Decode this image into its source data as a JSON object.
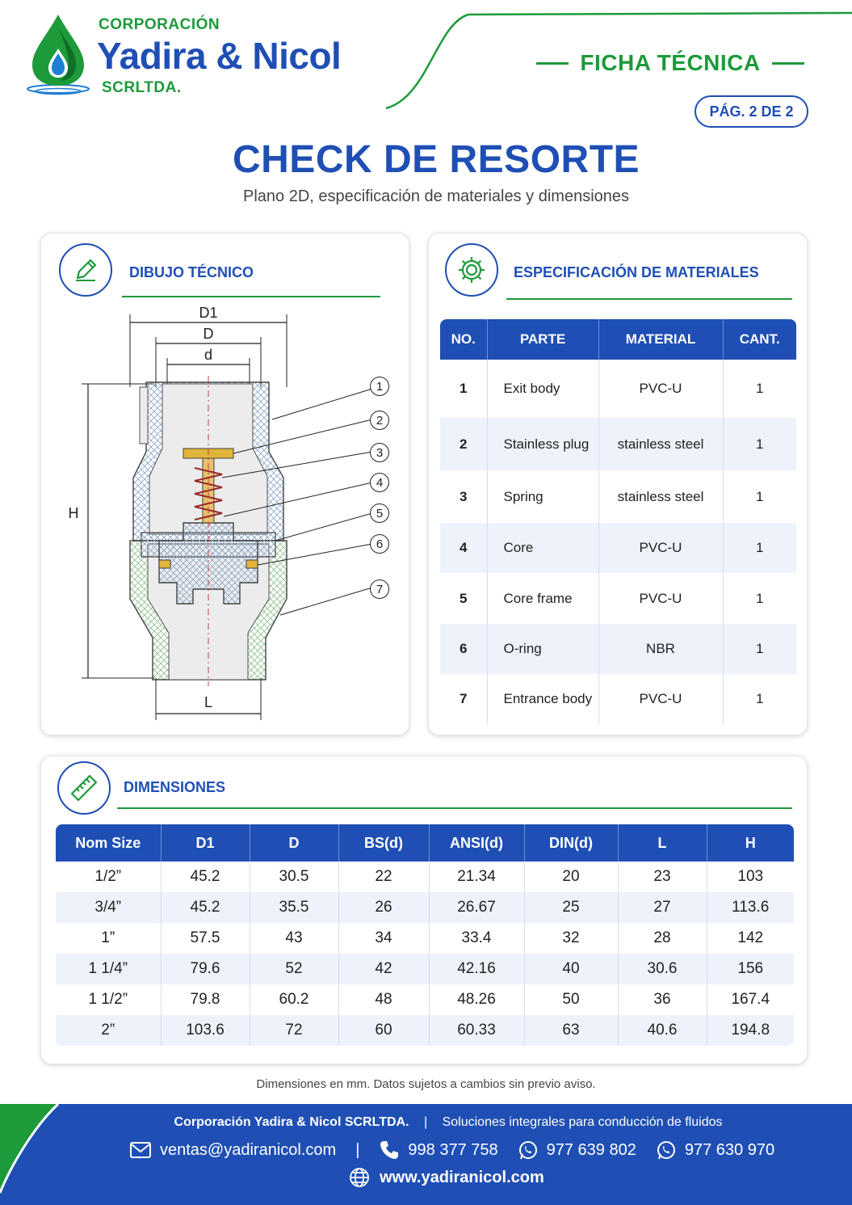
{
  "header": {
    "corp_small": "CORPORACIÓN",
    "corp_name": "Yadira & Nicol",
    "corp_suffix": "SCRLTDA.",
    "ficha": "FICHA TÉCNICA",
    "page": "PÁG. 2 DE 2"
  },
  "title": "CHECK DE RESORTE",
  "subtitle": "Plano 2D, especificación de materiales y dimensiones",
  "drawing": {
    "title": "DIBUJO TÉCNICO",
    "labels": {
      "d1": "D1",
      "d": "D",
      "dd": "d",
      "h": "H",
      "l": "L"
    },
    "callouts": [
      "1",
      "2",
      "3",
      "4",
      "5",
      "6",
      "7"
    ],
    "icon": "pencil-icon"
  },
  "materials": {
    "title": "ESPECIFICACIÓN DE MATERIALES",
    "icon": "gear-icon",
    "headers": [
      "NO.",
      "PARTE",
      "MATERIAL",
      "CANT."
    ],
    "rows": [
      {
        "no": "1",
        "part": "Exit body",
        "material": "PVC-U",
        "qty": "1"
      },
      {
        "no": "2",
        "part": "Stainless plug",
        "material": "stainless steel",
        "qty": "1"
      },
      {
        "no": "3",
        "part": "Spring",
        "material": "stainless steel",
        "qty": "1"
      },
      {
        "no": "4",
        "part": "Core",
        "material": "PVC-U",
        "qty": "1"
      },
      {
        "no": "5",
        "part": "Core frame",
        "material": "PVC-U",
        "qty": "1"
      },
      {
        "no": "6",
        "part": "O-ring",
        "material": "NBR",
        "qty": "1"
      },
      {
        "no": "7",
        "part": "Entrance body",
        "material": "PVC-U",
        "qty": "1"
      }
    ]
  },
  "dimensions": {
    "title": "DIMENSIONES",
    "icon": "ruler-icon",
    "headers": [
      "Nom Size",
      "D1",
      "D",
      "BS(d)",
      "ANSI(d)",
      "DIN(d)",
      "L",
      "H"
    ],
    "rows": [
      [
        "1/2”",
        "45.2",
        "30.5",
        "22",
        "21.34",
        "20",
        "23",
        "103"
      ],
      [
        "3/4”",
        "45.2",
        "35.5",
        "26",
        "26.67",
        "25",
        "27",
        "113.6"
      ],
      [
        "1”",
        "57.5",
        "43",
        "34",
        "33.4",
        "32",
        "28",
        "142"
      ],
      [
        "1 1/4”",
        "79.6",
        "52",
        "42",
        "42.16",
        "40",
        "30.6",
        "156"
      ],
      [
        "1 1/2”",
        "79.8",
        "60.2",
        "48",
        "48.26",
        "50",
        "36",
        "167.4"
      ],
      [
        "2”",
        "103.6",
        "72",
        "60",
        "60.33",
        "63",
        "40.6",
        "194.8"
      ]
    ]
  },
  "note": "Dimensiones en mm. Datos sujetos a cambios sin previo aviso.",
  "footer": {
    "company": "Corporación Yadira & Nicol SCRLTDA.",
    "divider": "|",
    "tagline": "Soluciones integrales para conducción de fluidos",
    "email": "ventas@yadiranicol.com",
    "phone": "998 377 758",
    "whatsapp1": "977 639 802",
    "whatsapp2": "977 630 970",
    "web": "www.yadiranicol.com"
  },
  "colors": {
    "brand_blue": "#1f4fb4",
    "brand_green": "#1d9a3a"
  }
}
